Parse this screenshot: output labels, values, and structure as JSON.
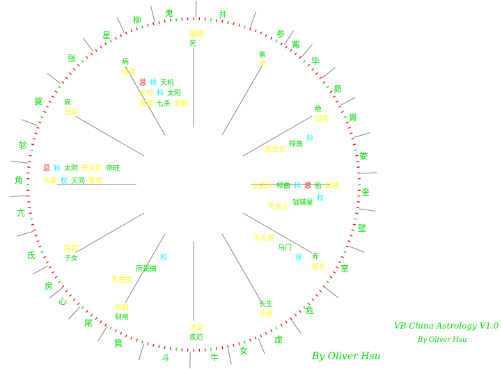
{
  "app": {
    "title": "VB China Astrology V1.0",
    "author_small": "By Oliver Hsu",
    "author_large": "By Oliver Hsu"
  },
  "colors": {
    "ring_tick": "#ff0000",
    "ring_tick_alt": "#00dd00",
    "spoke": "#808080",
    "mansion": "#00dd00",
    "yellow": "#ffff00",
    "green": "#00dd00",
    "cyan": "#00ffff",
    "red": "#ff0000"
  },
  "mansions": [
    "井",
    "鬼",
    "柳",
    "星",
    "张",
    "翼",
    "轸",
    "角",
    "亢",
    "氐",
    "房",
    "心",
    "尾",
    "箕",
    "斗",
    "牛",
    "女",
    "虚",
    "危",
    "室",
    "壁",
    "奎",
    "娄",
    "胃",
    "昴",
    "毕",
    "觜",
    "参"
  ],
  "houses": [
    {
      "items": [
        {
          "t": "福德",
          "c": "yellow"
        },
        {
          "t": "死",
          "c": "green"
        }
      ]
    },
    {
      "items": [
        {
          "t": "紫",
          "c": "green"
        },
        {
          "t": "天",
          "c": "yellow"
        }
      ]
    },
    {
      "items": [
        {
          "t": "绝",
          "c": "green"
        },
        {
          "t": "田宅",
          "c": "yellow"
        }
      ]
    },
    {
      "items": [
        {
          "t": "天文文",
          "c": "yellow"
        },
        {
          "t": "禄曲",
          "c": "green"
        },
        {
          "t": "科",
          "c": "cyan"
        }
      ]
    },
    {
      "items": [
        {
          "t": "太武天",
          "c": "yellow"
        },
        {
          "t": "禄曲",
          "c": "green"
        },
        {
          "t": "科",
          "c": "cyan"
        },
        {
          "t": "忌",
          "c": "red"
        },
        {
          "t": "胎",
          "c": "green"
        },
        {
          "t": "官禄",
          "c": "yellow"
        }
      ]
    },
    {
      "items": [
        {
          "t": "天左火",
          "c": "yellow"
        },
        {
          "t": "钺辅星",
          "c": "green"
        },
        {
          "t": "权",
          "c": "cyan"
        }
      ]
    },
    {
      "items": [
        {
          "t": "养",
          "c": "green"
        },
        {
          "t": "奴仆",
          "c": "yellow"
        }
      ]
    },
    {
      "items": [
        {
          "t": "天天巨",
          "c": "yellow"
        },
        {
          "t": "马门",
          "c": "green"
        },
        {
          "t": "禄",
          "c": "cyan"
        }
      ]
    },
    {
      "items": [
        {
          "t": "长生",
          "c": "green"
        },
        {
          "t": "迁移",
          "c": "yellow"
        }
      ]
    },
    {
      "items": [
        {
          "t": "沐浴",
          "c": "yellow"
        },
        {
          "t": "疾厄",
          "c": "green"
        }
      ]
    },
    {
      "items": [
        {
          "t": "冠带",
          "c": "yellow"
        },
        {
          "t": "财帛",
          "c": "green"
        }
      ]
    },
    {
      "items": [
        {
          "t": "天右文",
          "c": "yellow"
        },
        {
          "t": "府弼曲",
          "c": "green"
        },
        {
          "t": "权",
          "c": "cyan"
        }
      ]
    },
    {
      "items": [
        {
          "t": "临官",
          "c": "yellow"
        },
        {
          "t": "子女",
          "c": "green"
        }
      ]
    },
    {
      "items": [
        {
          "t": "忌",
          "c": "red"
        },
        {
          "t": "科",
          "c": "cyan"
        },
        {
          "t": "太阴",
          "c": "green"
        },
        {
          "t": "天文陀",
          "c": "yellow"
        },
        {
          "t": "帝旺",
          "c": "green"
        },
        {
          "t": "夫妻",
          "c": "yellow"
        },
        {
          "t": "权",
          "c": "cyan"
        },
        {
          "t": "天同",
          "c": "green"
        },
        {
          "t": "擎羊",
          "c": "yellow"
        }
      ]
    },
    {
      "items": [
        {
          "t": "衰",
          "c": "green"
        },
        {
          "t": "兄弟",
          "c": "yellow"
        }
      ]
    },
    {
      "items": [
        {
          "t": "病",
          "c": "green"
        },
        {
          "t": "命宫",
          "c": "yellow"
        },
        {
          "t": "忌",
          "c": "red"
        },
        {
          "t": "禄",
          "c": "cyan"
        },
        {
          "t": "天机",
          "c": "green"
        },
        {
          "t": "天铃",
          "c": "yellow"
        },
        {
          "t": "科",
          "c": "cyan"
        },
        {
          "t": "太阳",
          "c": "green"
        },
        {
          "t": "天禄",
          "c": "yellow"
        },
        {
          "t": "七杀",
          "c": "green"
        },
        {
          "t": "天魁",
          "c": "yellow"
        }
      ]
    }
  ]
}
